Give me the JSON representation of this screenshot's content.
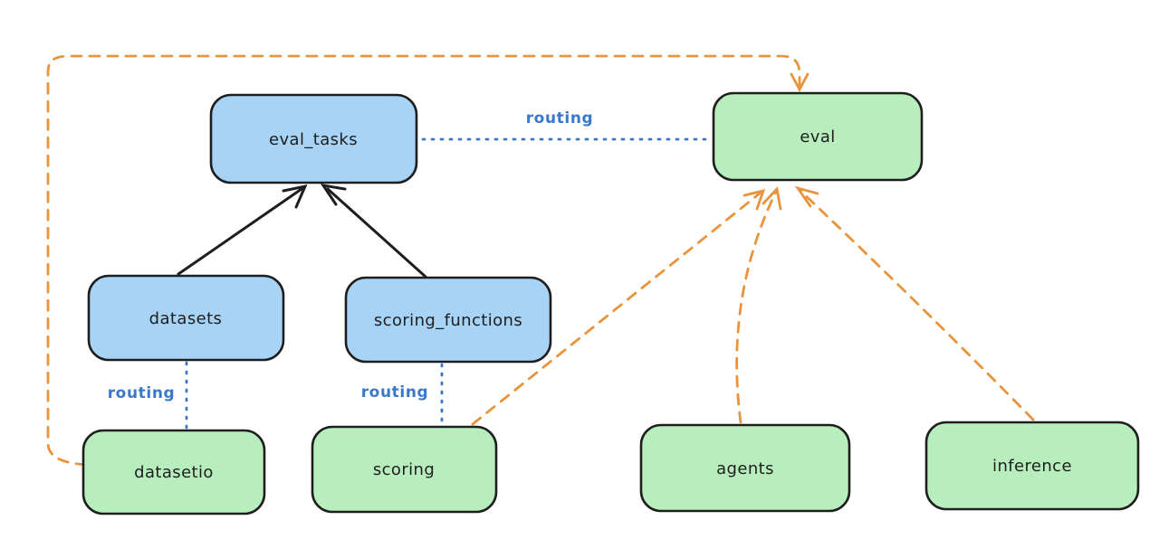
{
  "diagram": {
    "nodes": [
      {
        "id": "eval_tasks",
        "label": "eval_tasks",
        "kind": "api",
        "color": "blue"
      },
      {
        "id": "eval",
        "label": "eval",
        "kind": "provider",
        "color": "green"
      },
      {
        "id": "datasets",
        "label": "datasets",
        "kind": "api",
        "color": "blue"
      },
      {
        "id": "scoring_functions",
        "label": "scoring_functions",
        "kind": "api",
        "color": "blue"
      },
      {
        "id": "datasetio",
        "label": "datasetio",
        "kind": "provider",
        "color": "green"
      },
      {
        "id": "scoring",
        "label": "scoring",
        "kind": "provider",
        "color": "green"
      },
      {
        "id": "agents",
        "label": "agents",
        "kind": "provider",
        "color": "green"
      },
      {
        "id": "inference",
        "label": "inference",
        "kind": "provider",
        "color": "green"
      }
    ],
    "edges": [
      {
        "from": "datasets",
        "to": "eval_tasks",
        "style": "solid-black-arrow",
        "label": ""
      },
      {
        "from": "scoring_functions",
        "to": "eval_tasks",
        "style": "solid-black-arrow",
        "label": ""
      },
      {
        "from": "eval_tasks",
        "to": "eval",
        "style": "blue-dotted",
        "label": "routing"
      },
      {
        "from": "datasets",
        "to": "datasetio",
        "style": "blue-dotted",
        "label": "routing"
      },
      {
        "from": "scoring_functions",
        "to": "scoring",
        "style": "blue-dotted",
        "label": "routing"
      },
      {
        "from": "datasetio",
        "to": "eval",
        "style": "orange-dashed-arrow",
        "label": ""
      },
      {
        "from": "scoring",
        "to": "eval",
        "style": "orange-dashed-arrow",
        "label": ""
      },
      {
        "from": "agents",
        "to": "eval",
        "style": "orange-dashed-arrow",
        "label": ""
      },
      {
        "from": "inference",
        "to": "eval",
        "style": "orange-dashed-arrow",
        "label": ""
      }
    ],
    "edge_labels": [
      {
        "label": "routing"
      },
      {
        "label": "routing"
      },
      {
        "label": "routing"
      }
    ],
    "colors": {
      "background": "#ffffff",
      "blue_box_fill": "#a7d3f6",
      "green_box_fill": "#b8eebd",
      "box_stroke": "#1e1e1e",
      "orange_dashed": "#e8943d",
      "routing_blue": "#3b78c9",
      "black_arrow": "#1e1e1e"
    }
  }
}
